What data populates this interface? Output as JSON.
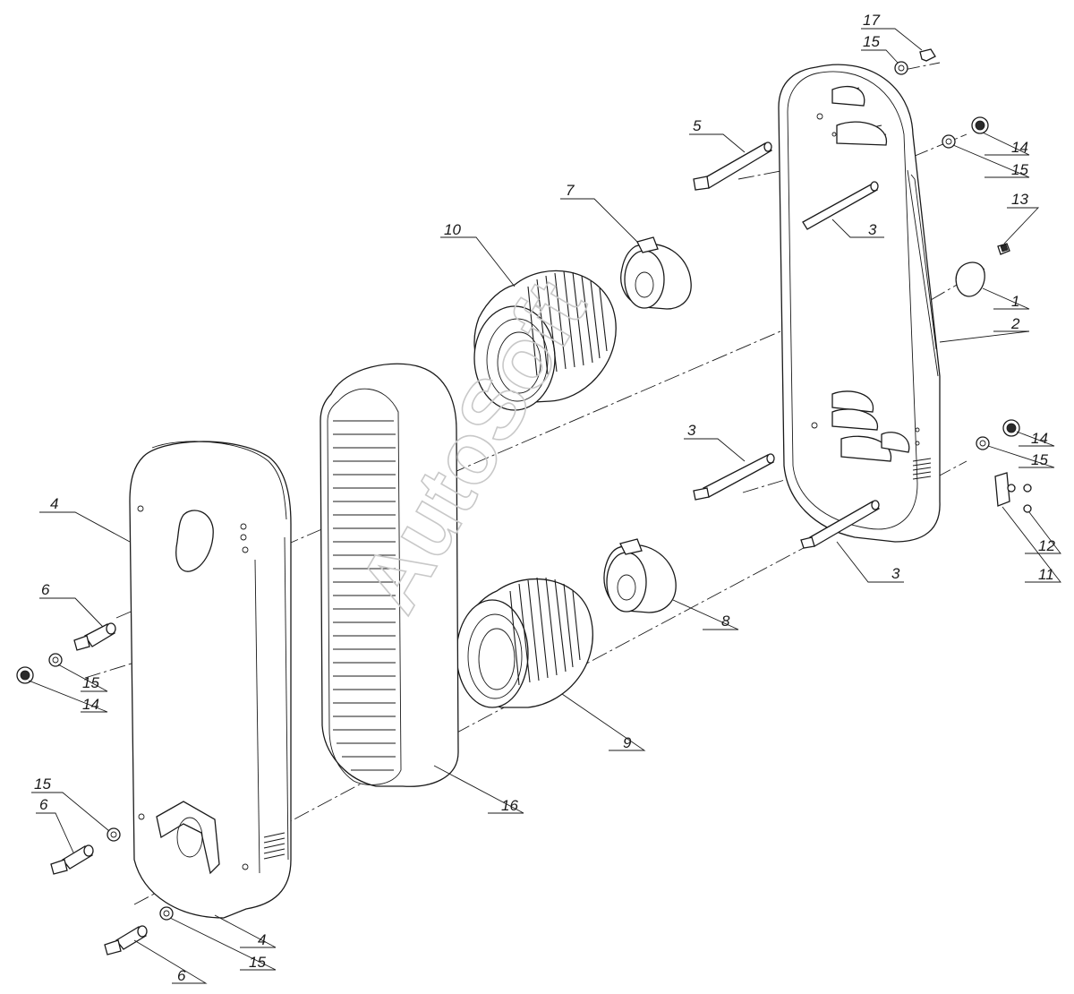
{
  "watermark": "AutoSoft",
  "callouts": [
    {
      "id": "c17",
      "text": "17"
    },
    {
      "id": "c15a",
      "text": "15"
    },
    {
      "id": "c5",
      "text": "5"
    },
    {
      "id": "c14a",
      "text": "14"
    },
    {
      "id": "c15b",
      "text": "15"
    },
    {
      "id": "c7",
      "text": "7"
    },
    {
      "id": "c13",
      "text": "13"
    },
    {
      "id": "c10",
      "text": "10"
    },
    {
      "id": "c3a",
      "text": "3"
    },
    {
      "id": "c1",
      "text": "1"
    },
    {
      "id": "c2",
      "text": "2"
    },
    {
      "id": "c3b",
      "text": "3"
    },
    {
      "id": "c14b",
      "text": "14"
    },
    {
      "id": "c15c",
      "text": "15"
    },
    {
      "id": "c4a",
      "text": "4"
    },
    {
      "id": "c12",
      "text": "12"
    },
    {
      "id": "c3c",
      "text": "3"
    },
    {
      "id": "c11",
      "text": "11"
    },
    {
      "id": "c6a",
      "text": "6"
    },
    {
      "id": "c8",
      "text": "8"
    },
    {
      "id": "c15d",
      "text": "15"
    },
    {
      "id": "c14c",
      "text": "14"
    },
    {
      "id": "c9",
      "text": "9"
    },
    {
      "id": "c16",
      "text": "16"
    },
    {
      "id": "c15e",
      "text": "15"
    },
    {
      "id": "c6b",
      "text": "6"
    },
    {
      "id": "c4b",
      "text": "4"
    },
    {
      "id": "c15f",
      "text": "15"
    },
    {
      "id": "c6c",
      "text": "6"
    }
  ]
}
